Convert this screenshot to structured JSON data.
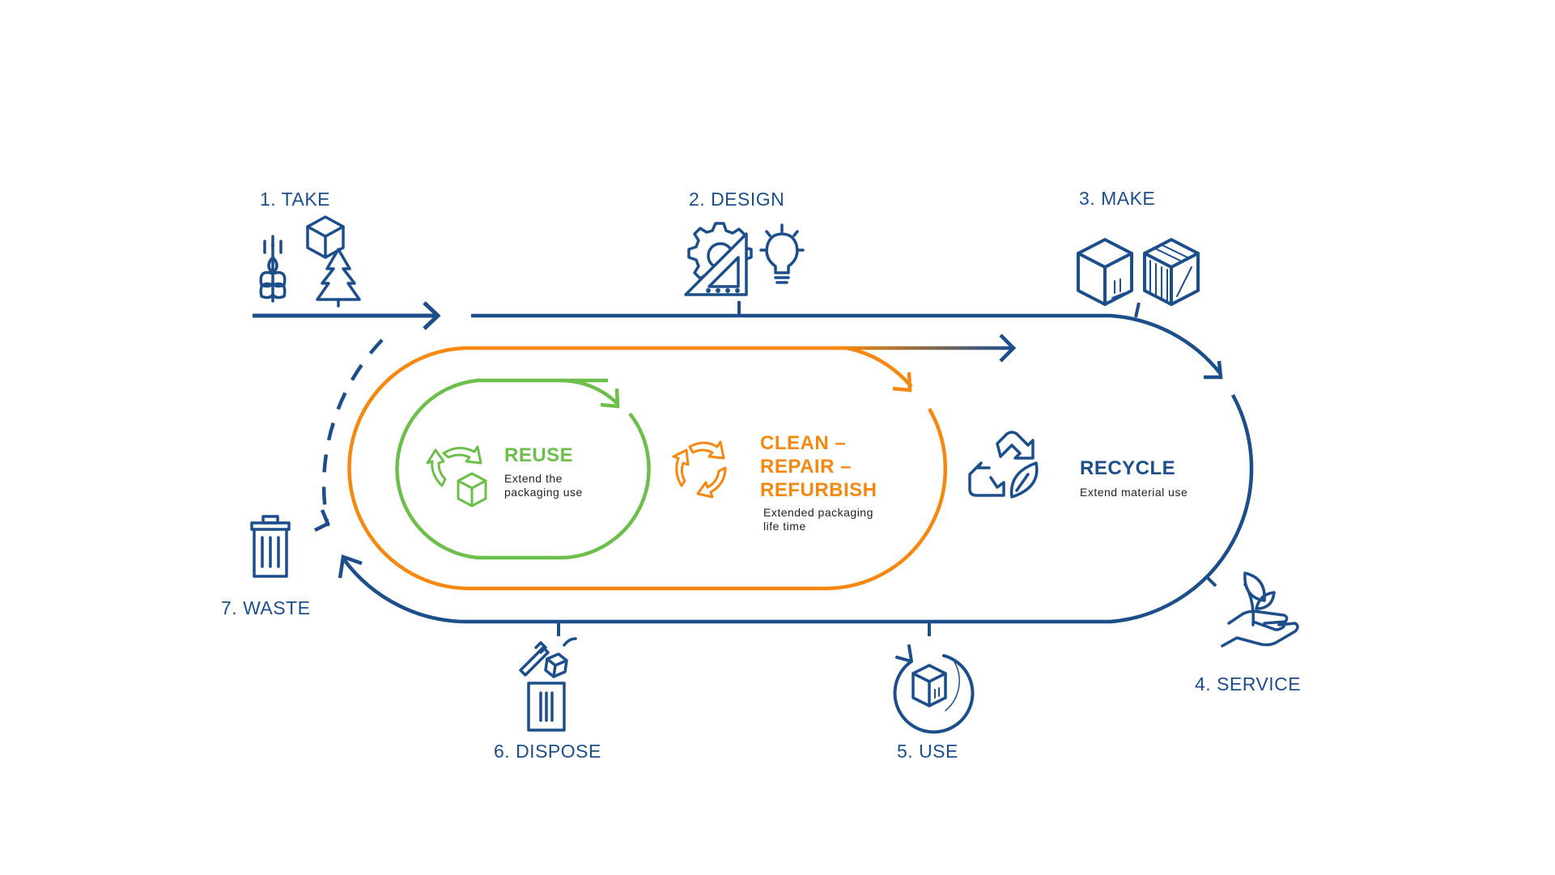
{
  "colors": {
    "blue": "#1d4e8c",
    "orange": "#f7880f",
    "green": "#6cbf4a",
    "text_dark": "#222222"
  },
  "steps": [
    {
      "id": "take",
      "label": "1. TAKE",
      "icons": [
        "wheat-icon",
        "box-icon",
        "tree-icon"
      ]
    },
    {
      "id": "design",
      "label": "2. DESIGN",
      "icons": [
        "gear-icon",
        "set-square-icon",
        "lightbulb-icon"
      ]
    },
    {
      "id": "make",
      "label": "3. MAKE",
      "icons": [
        "cardboard-box-icon",
        "wooden-crate-icon"
      ]
    },
    {
      "id": "service",
      "label": "4. SERVICE",
      "icons": [
        "hand-plant-icon"
      ]
    },
    {
      "id": "use",
      "label": "5. USE",
      "icons": [
        "box-rotate-icon"
      ]
    },
    {
      "id": "dispose",
      "label": "6. DISPOSE",
      "icons": [
        "bin-dispose-icon"
      ]
    },
    {
      "id": "waste",
      "label": "7. WASTE",
      "icons": [
        "trash-can-icon"
      ]
    }
  ],
  "loops": {
    "reuse": {
      "title": "REUSE",
      "desc_line1": "Extend the",
      "desc_line2": "packaging use",
      "icon": "reuse-arrows-box-icon"
    },
    "refurbish": {
      "title_line1": "CLEAN –",
      "title_line2": "REPAIR –",
      "title_line3": "REFURBISH",
      "desc_line1": "Extended packaging",
      "desc_line2": "life time",
      "icon": "circular-arrows-icon"
    },
    "recycle": {
      "title": "RECYCLE",
      "desc": "Extend material use",
      "icon": "recycle-leaf-icon"
    }
  }
}
